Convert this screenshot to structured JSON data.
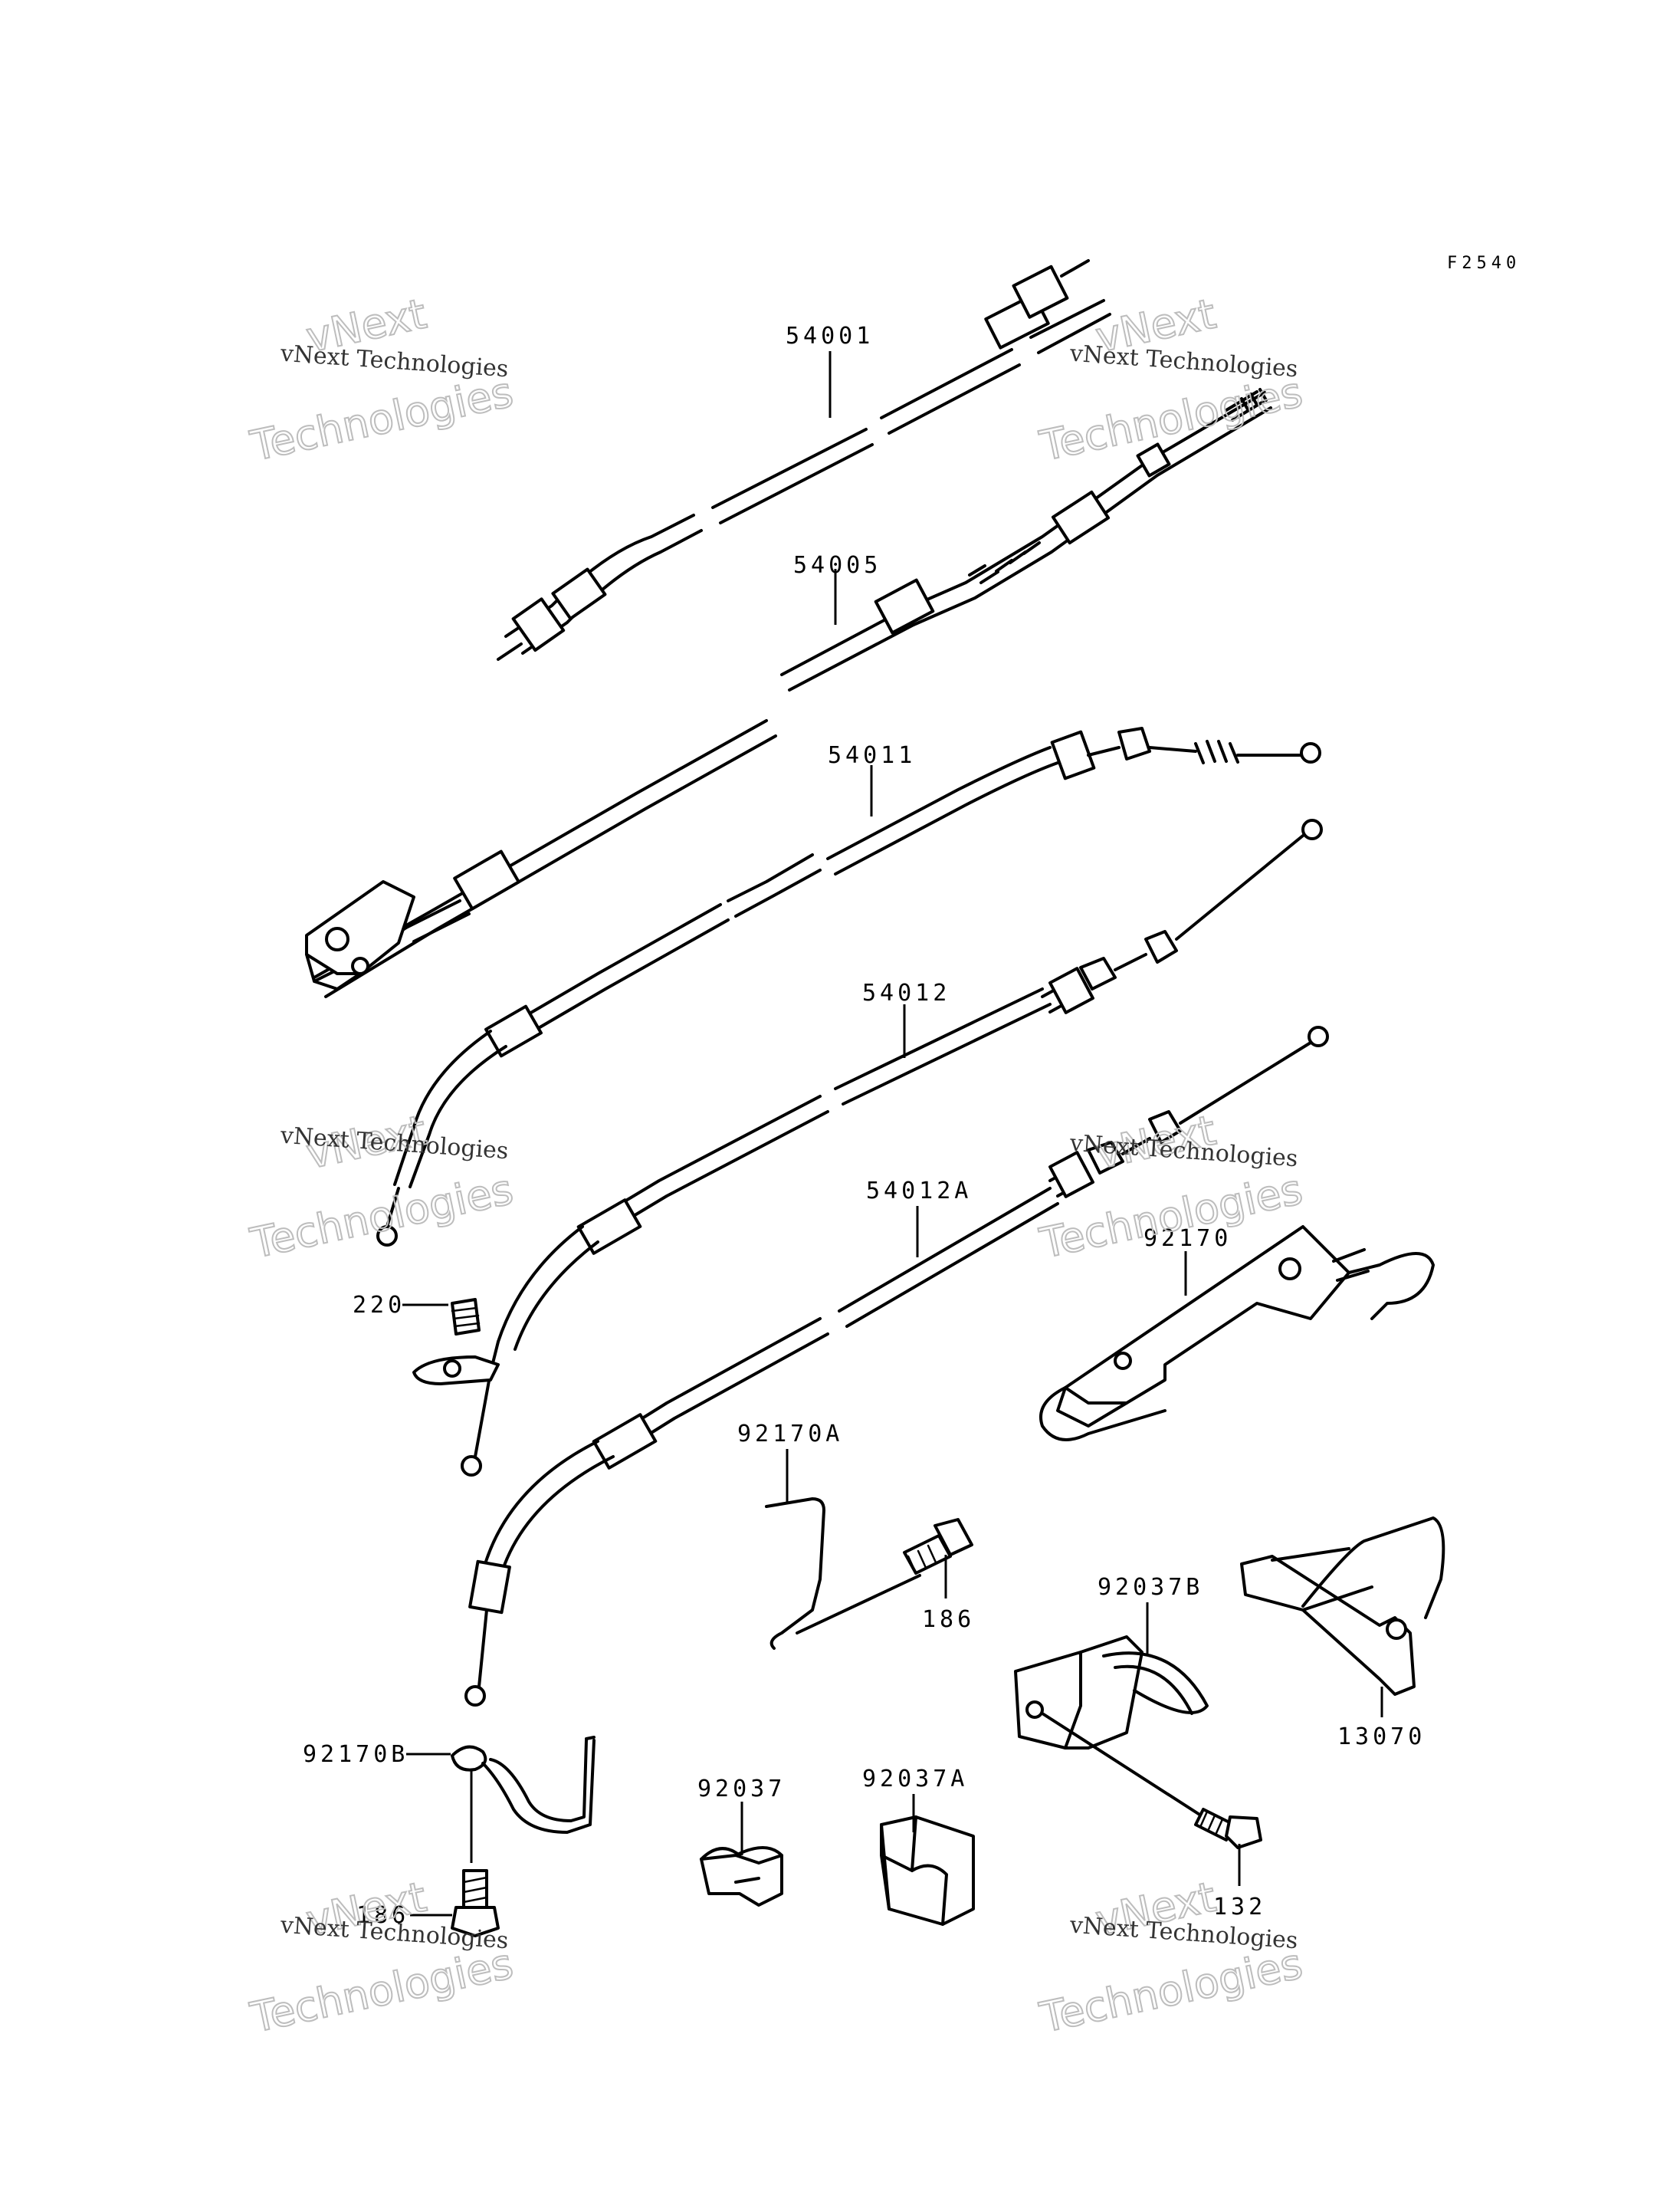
{
  "figure_code": "F2540",
  "watermark": {
    "line1": "vNext",
    "line2": "vNext Technologies",
    "line3": "Technologies"
  },
  "labels": {
    "p54001": "54001",
    "p54005": "54005",
    "p54011": "54011",
    "p54012": "54012",
    "p54012A": "54012A",
    "p220": "220",
    "p92170": "92170",
    "p92170A": "92170A",
    "p186a": "186",
    "p92037B": "92037B",
    "p13070": "13070",
    "p92170B": "92170B",
    "p92037": "92037",
    "p92037A": "92037A",
    "p186b": "186",
    "p132": "132"
  }
}
